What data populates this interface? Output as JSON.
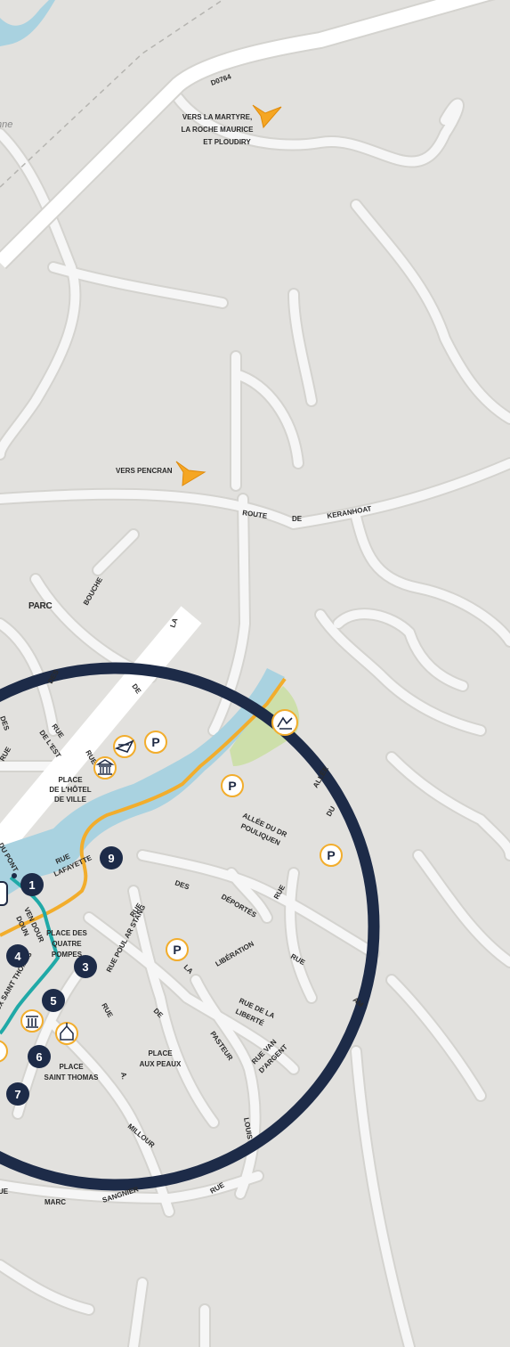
{
  "map": {
    "colors": {
      "background": "#e2e1de",
      "road": "#f6f6f6",
      "road_outline": "#d4d3cf",
      "water": "#a9d2e0",
      "park": "#cddfaa",
      "route_orange": "#f2ad2c",
      "route_teal": "#20a9a7",
      "circle": "#1d2b48",
      "arrow": "#f5a623"
    },
    "roads": {
      "d0764": "D0764",
      "route_de_keranhoat": [
        "ROUTE",
        "DE",
        "KERANHOAT"
      ]
    },
    "directions": [
      {
        "id": "martyre",
        "lines": [
          "VERS LA MARTYRE,",
          "LA ROCHE MAURICE",
          "ET PLOUDIRY"
        ]
      },
      {
        "id": "pencran",
        "lines": [
          "VERS PENCRAN"
        ]
      }
    ],
    "places": {
      "hotel_de_ville": [
        "PLACE",
        "DE L'HÔTEL",
        "DE VILLE"
      ],
      "quatre_pompes": [
        "PLACE DES",
        "QUATRE",
        "POMPES"
      ],
      "saint_thomas": [
        "PLACE",
        "SAINT THOMAS"
      ],
      "aux_peaux": [
        "PLACE",
        "AUX PEAUX"
      ]
    },
    "streets": {
      "parc": "PARC",
      "bouche": "BOUCHE",
      "des": "DES",
      "des_left": "DES",
      "rue_left": "RUE",
      "rue_de_lest": [
        "RUE",
        "DE L'EST"
      ],
      "rue_de_la_1": "RUE",
      "rue_de_la_2": "DE",
      "rue_de_la_3": "LA",
      "du_pont": "DU PONT",
      "rue_lafayette": [
        "RUE",
        "LAFAYETTE"
      ],
      "ven_dour_doun": [
        "VEN DOUR",
        "DOUN"
      ],
      "saint_thomas_st": "AUX SAINT THOMAS",
      "rue_des_deportes": [
        "DES",
        "DÉPORTÉS"
      ],
      "rue_poul_ar_stang": "RUE POUL AR STANG",
      "rue_a": "RUE",
      "rue_b": "RUE",
      "de_la_liberation": [
        "DE",
        "LA",
        "LIBÉRATION"
      ],
      "rue_r": "RUE",
      "rue_r2": "RUE",
      "allee_du_dr_pouliquen": [
        "ALLÉE DU DR",
        "POULIQUEN"
      ],
      "allee": "ALLÉE",
      "du": "DU",
      "am": "AM",
      "rue_de_la_liberte": [
        "RUE DE LA",
        "LIBERTÉ"
      ],
      "rue_van_dargent": [
        "RUE VAN",
        "D'ARGENT"
      ],
      "pasteur": "PASTEUR",
      "louis": "LOUIS",
      "millour": "MILLOUR",
      "a_dot": "A.",
      "marc": "MARC",
      "sangnier": "SANGNIER",
      "rue_bottom": "RUE",
      "rue_bottom_left": "UE",
      "hanne": "nne"
    },
    "markers": [
      {
        "num": "1"
      },
      {
        "num": "3"
      },
      {
        "num": "4"
      },
      {
        "num": "5"
      },
      {
        "num": "6"
      },
      {
        "num": "7"
      },
      {
        "num": "9"
      }
    ],
    "parking_label": "P",
    "icons": [
      "parking-icon",
      "post-office-icon",
      "town-hall-icon",
      "museum-icon",
      "church-icon",
      "leisure-park-icon"
    ]
  }
}
